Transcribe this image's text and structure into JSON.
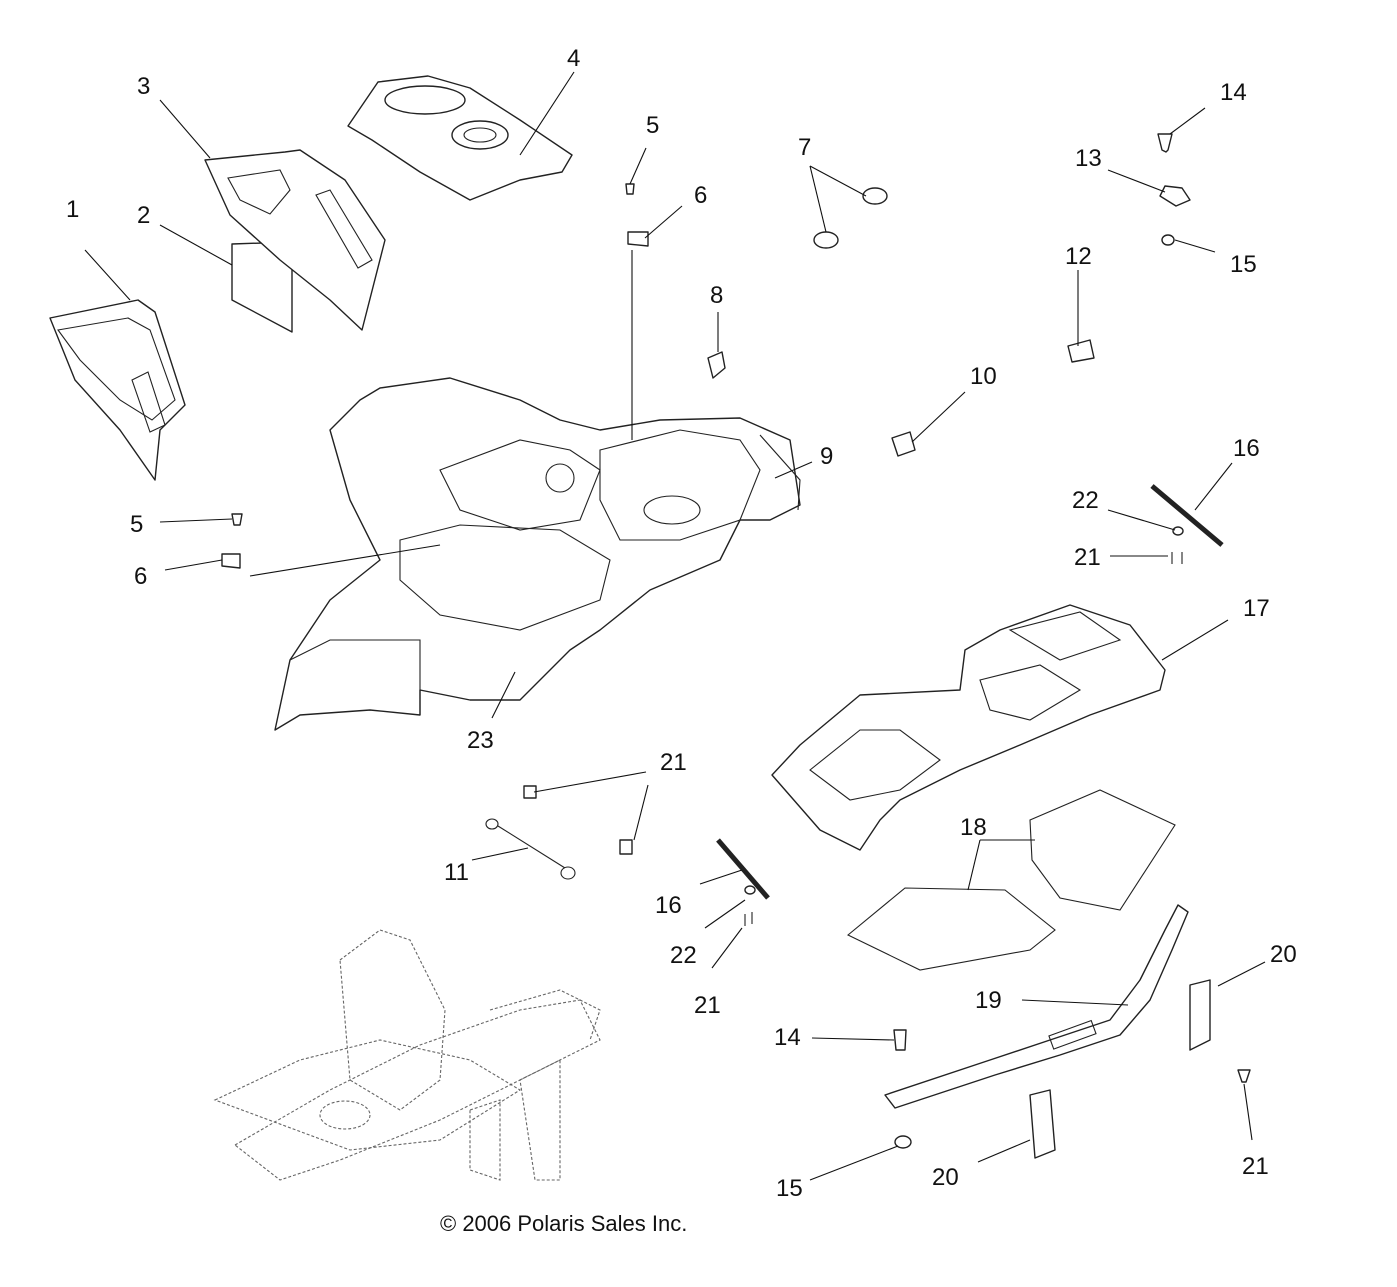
{
  "callouts": {
    "c1": "1",
    "c2": "2",
    "c3": "3",
    "c4": "4",
    "c5a": "5",
    "c5b": "5",
    "c6a": "6",
    "c6b": "6",
    "c7": "7",
    "c8": "8",
    "c9": "9",
    "c10": "10",
    "c11": "11",
    "c12": "12",
    "c13": "13",
    "c14a": "14",
    "c14b": "14",
    "c15a": "15",
    "c15b": "15",
    "c16a": "16",
    "c16b": "16",
    "c17": "17",
    "c18": "18",
    "c19": "19",
    "c20a": "20",
    "c20b": "20",
    "c21a": "21",
    "c21b": "21",
    "c21c": "21",
    "c21d": "21",
    "c22a": "22",
    "c22b": "22",
    "c23": "23"
  },
  "copyright": "© 2006 Polaris Sales Inc."
}
